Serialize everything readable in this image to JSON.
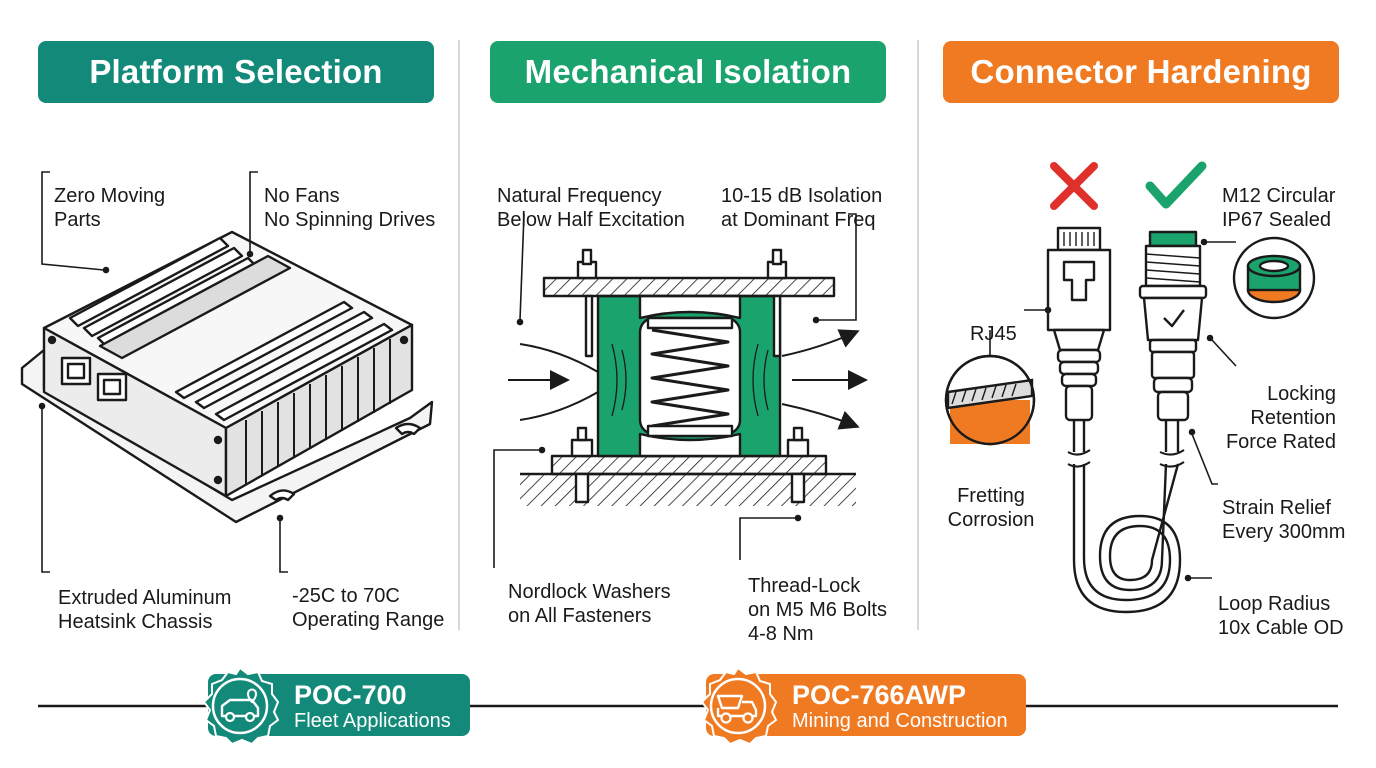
{
  "colors": {
    "teal": "#13897a",
    "green": "#1aa36c",
    "orange": "#f07a22",
    "red": "#e0302b",
    "check": "#1aa36c"
  },
  "panels": [
    {
      "title": "Platform Selection",
      "color": "#13897a",
      "labels": {
        "zero_moving": [
          "Zero Moving",
          "Parts"
        ],
        "no_fans": [
          "No Fans",
          "No Spinning Drives"
        ],
        "extruded": [
          "Extruded Aluminum",
          "Heatsink Chassis"
        ],
        "temp_range": [
          "-25C to 70C",
          "Operating Range"
        ]
      }
    },
    {
      "title": "Mechanical Isolation",
      "color": "#1aa36c",
      "labels": {
        "natural_freq": [
          "Natural Frequency",
          "Below Half Excitation"
        ],
        "isolation_db": [
          "10-15 dB Isolation",
          "at Dominant Freq"
        ],
        "nordlock": [
          "Nordlock Washers",
          "on All Fasteners"
        ],
        "threadlock": [
          "Thread-Lock",
          "on M5 M6 Bolts",
          "4-8 Nm"
        ]
      }
    },
    {
      "title": "Connector Hardening",
      "color": "#f07a22",
      "labels": {
        "m12": [
          "M12 Circular",
          "IP67 Sealed"
        ],
        "rj45": [
          "RJ45"
        ],
        "fretting": [
          "Fretting",
          "Corrosion"
        ],
        "locking": [
          "Locking",
          "Retention",
          "Force Rated"
        ],
        "strain": [
          "Strain Relief",
          "Every 300mm"
        ],
        "loop": [
          "Loop Radius",
          "10x Cable OD"
        ]
      }
    }
  ],
  "badges": [
    {
      "code": "POC-700",
      "subtitle": "Fleet Applications",
      "color": "#13897a",
      "icon": "van-location-icon"
    },
    {
      "code": "POC-766AWP",
      "subtitle": "Mining and Construction",
      "color": "#f07a22",
      "icon": "dump-truck-icon"
    }
  ]
}
